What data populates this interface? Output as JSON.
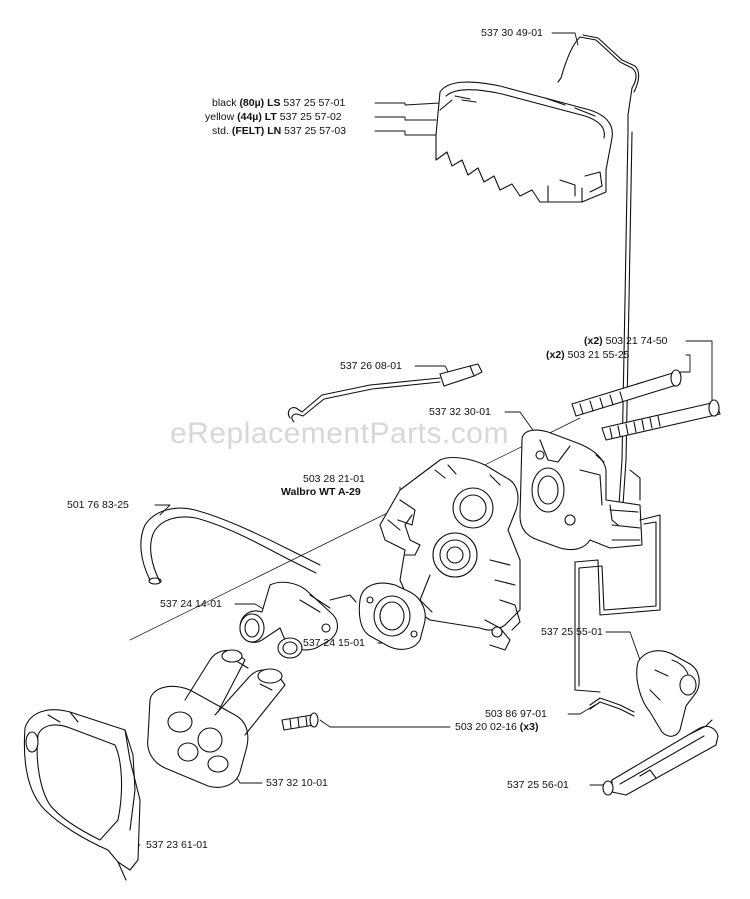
{
  "watermark": "eReplacementParts.com",
  "labels": {
    "p537304901": "537 30 49-01",
    "filter_black_pre": "black ",
    "filter_black_bold": "(80µ) LS",
    "filter_black_num": " 537 25 57-01",
    "filter_yellow_pre": "yellow ",
    "filter_yellow_bold": "(44µ) LT",
    "filter_yellow_num": " 537 25 57-02",
    "filter_std_pre": "std. ",
    "filter_std_bold": "(FELT) LN",
    "filter_std_num": " 537 25 57-03",
    "x2a_bold": "(x2)",
    "x2a_num": " 503 21 74-50",
    "x2b_bold": "(x2)",
    "x2b_num": " 503 21 55-25",
    "p537260801": "537 26 08-01",
    "p537323001": "537 32 30-01",
    "p503282101": "503 28 21-01",
    "walbro": "Walbro WT A-29",
    "p501768325": "501 76 83-25",
    "p537241401": "537 24 14-01",
    "p537241501": "537 24 15-01",
    "p537255501": "537 25 55-01",
    "p503869701": "503 86 97-01",
    "p503200216": "503 20 02-16",
    "p503200216_bold": " (x3)",
    "p537321001": "537 32 10-01",
    "p537255601": "537 25 56-01",
    "p537236101": "537 23 61-01"
  }
}
